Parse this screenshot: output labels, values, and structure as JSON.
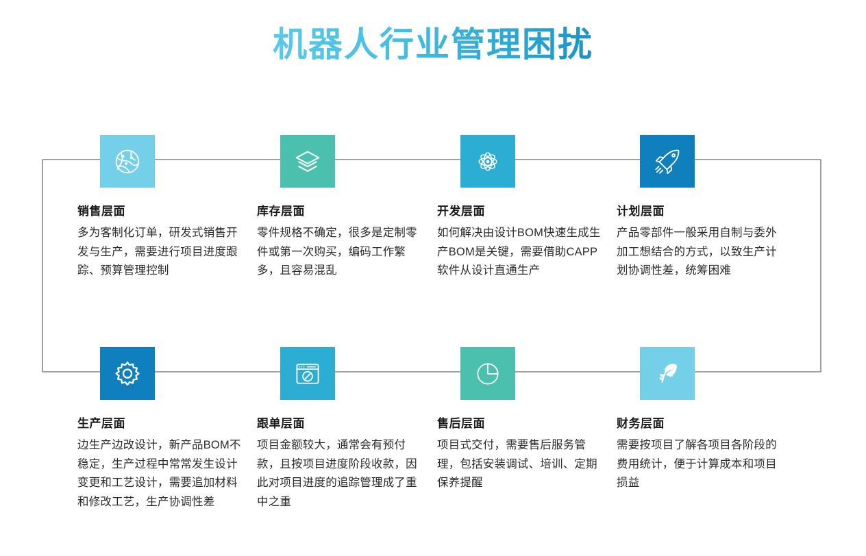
{
  "title": "机器人行业管理困扰",
  "palette": {
    "title_gradient_from": "#5BC8E8",
    "title_gradient_to": "#1C93C4",
    "light_blue": "#74D0E8",
    "teal": "#4CC0AE",
    "cyan": "#2BADD4",
    "dark_blue": "#0F7FBE",
    "line": "#6b6b6b",
    "heading_text": "#1a1a1a",
    "body_text": "#2b2b2b"
  },
  "cards": [
    {
      "id": "sales",
      "icon": "globe-network-icon",
      "color": "#74D0E8",
      "heading": "销售层面",
      "body": "多为客制化订单，研发式销售开发与生产，需要进行项目进度跟踪、预算管理控制"
    },
    {
      "id": "inventory",
      "icon": "layers-stack-icon",
      "color": "#4CC0AE",
      "heading": "库存层面",
      "body": "零件规格不确定，很多是定制零件或第一次购买，编码工作繁多，且容易混乱"
    },
    {
      "id": "development",
      "icon": "atom-molecule-icon",
      "color": "#2BADD4",
      "heading": "开发层面",
      "body": "如何解决由设计BOM快速生成生产BOM是关键，需要借助CAPP软件从设计直通生产"
    },
    {
      "id": "planning",
      "icon": "rocket-icon",
      "color": "#0F7FBE",
      "heading": "计划层面",
      "body": "产品零部件一般采用自制与委外加工想结合的方式，以致生产计划协调性差，统筹困难"
    },
    {
      "id": "production",
      "icon": "gear-icon",
      "color": "#0F7FBE",
      "heading": "生产层面",
      "body": "边生产边改设计，新产品BOM不稳定，生产过程中常常发生设计变更和工艺设计，需要追加材料和修改工艺，生产协调性差"
    },
    {
      "id": "order-tracking",
      "icon": "browser-compass-icon",
      "color": "#2BADD4",
      "heading": "跟单层面",
      "body": "项目金额较大，通常会有预付款，且按项目进度阶段收款，因此对项目进度的追踪管理成了重中之重"
    },
    {
      "id": "after-sales",
      "icon": "pie-chart-icon",
      "color": "#4CC0AE",
      "heading": "售后层面",
      "body": "项目式交付，需要售后服务管理，包括安装调试、培训、定期保养提醒"
    },
    {
      "id": "finance",
      "icon": "feather-icon",
      "color": "#74D0E8",
      "heading": "财务层面",
      "body": "需要按项目了解各项目各阶段的费用统计，便于计算成本和项目损益"
    }
  ]
}
